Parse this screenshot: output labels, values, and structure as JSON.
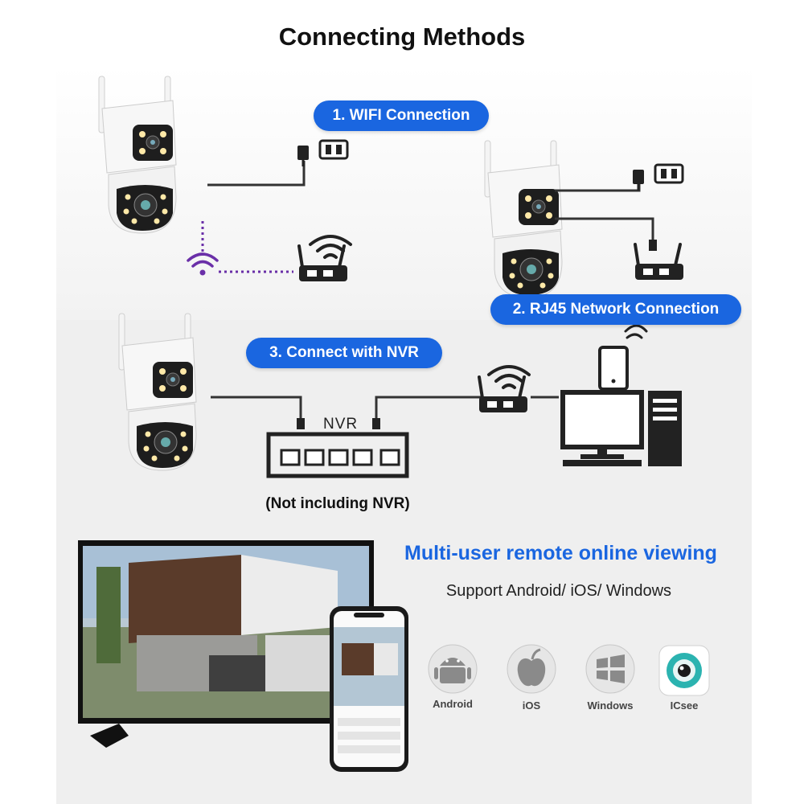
{
  "title": "Connecting Methods",
  "methods": [
    {
      "label": "1. WIFI Connection"
    },
    {
      "label": "2. RJ45 Network Connection"
    },
    {
      "label": "3. Connect with NVR"
    }
  ],
  "nvr": {
    "label": "NVR",
    "note": "(Not including NVR)"
  },
  "viewing": {
    "title": "Multi-user remote online viewing",
    "support": "Support Android/ iOS/ Windows"
  },
  "platforms": [
    {
      "label": "Android",
      "icon": "android-icon"
    },
    {
      "label": "iOS",
      "icon": "apple-icon"
    },
    {
      "label": "Windows",
      "icon": "windows-icon"
    },
    {
      "label": "ICsee",
      "icon": "icsee-app-icon"
    }
  ],
  "colors": {
    "accent": "#1a66e0",
    "wifi": "#6a2fa8",
    "device_dark": "#2b2b2b"
  }
}
